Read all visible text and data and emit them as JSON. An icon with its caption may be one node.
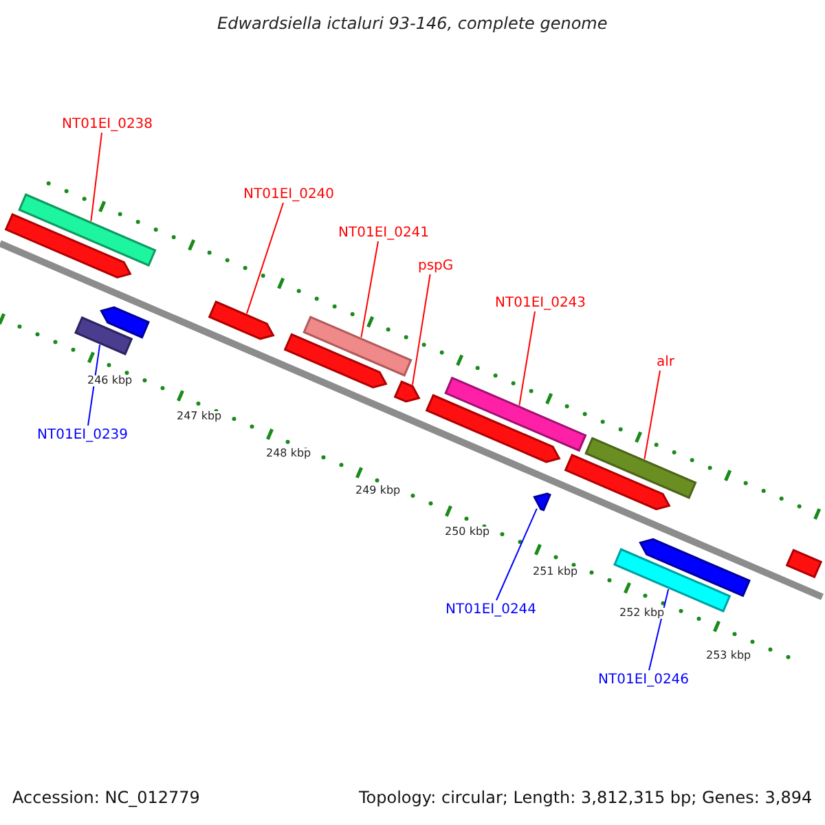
{
  "diagram": {
    "title": "Edwardsiella ictaluri 93-146, complete genome",
    "nodes": [
      {
        "text": [
          "NT01EI_0238"
        ]
      },
      {
        "text": [],
        "shape": "bar"
      },
      {
        "text": [
          "NT01EI_0240"
        ]
      },
      {
        "text": [],
        "shape": "bar"
      },
      {
        "text": [
          "NT01EI_0241"
        ]
      },
      {
        "text": [],
        "shape": "bar"
      },
      {
        "text": [
          "pspG"
        ]
      },
      {
        "text": [],
        "shape": "bar"
      },
      {
        "text": [
          "NT01EI_0243"
        ]
      },
      {
        "text": [],
        "shape": "bar"
      },
      {
        "text": [
          "alr"
        ]
      },
      {
        "text": [],
        "shape": "bar"
      },
      {
        "text": [
          "NT01EI_0239"
        ]
      },
      {
        "text": [],
        "shape": "bar"
      },
      {
        "text": [
          "NT01EI_0244"
        ]
      },
      {
        "text": [],
        "shape": "bar"
      },
      {
        "text": [
          "NT01EI_0246"
        ]
      },
      {
        "text": [],
        "shape": "bar"
      },
      {
        "text": [],
        "shape": "bar"
      }
    ],
    "edges": [
      {
        "from": 0,
        "to": 1,
        "arrow": "none"
      },
      {
        "from": 2,
        "to": 3,
        "arrow": "none"
      },
      {
        "from": 4,
        "to": 5,
        "arrow": "none"
      },
      {
        "from": 6,
        "to": 7,
        "arrow": "none"
      },
      {
        "from": 8,
        "to": 9,
        "arrow": "none"
      },
      {
        "from": 10,
        "to": 11,
        "arrow": "none"
      },
      {
        "from": 12,
        "to": 13,
        "arrow": "none",
        "color": "#0000ff"
      },
      {
        "from": 14,
        "to": 15,
        "arrow": "none",
        "color": "#0000ff"
      },
      {
        "from": 16,
        "to": 17,
        "arrow": "none",
        "color": "#0000ff"
      }
    ],
    "labels": [
      "246 kbp",
      "247 kbp",
      "248 kbp",
      "249 kbp",
      "250 kbp",
      "251 kbp",
      "252 kbp",
      "253 kbp",
      "Accession: NC_012779",
      "Topology: circular; Length: 3,812,315 bp; Genes: 3,894"
    ]
  }
}
